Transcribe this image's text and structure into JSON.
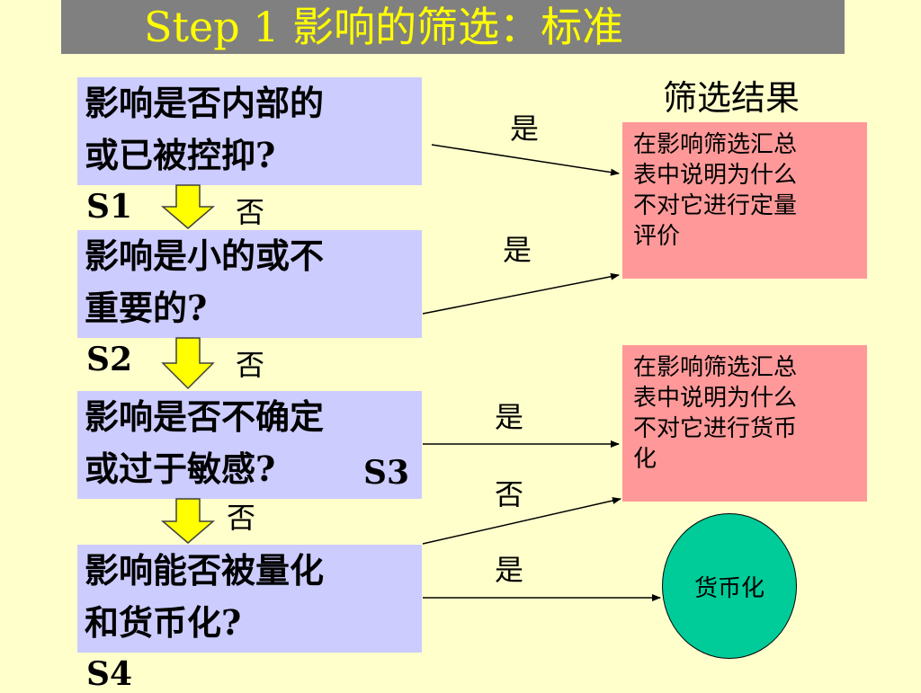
{
  "title": "Step 1  影响的筛选：标准",
  "result_heading": "筛选结果",
  "questions": [
    {
      "lines": [
        "影响是否内部的",
        "或已被控抑?"
      ],
      "step": "S1"
    },
    {
      "lines": [
        "影响是小的或不",
        "重要的?"
      ],
      "step": "S2"
    },
    {
      "lines": [
        "影响是否不确定",
        "或过于敏感?"
      ],
      "step": "S3"
    },
    {
      "lines": [
        "影响能否被量化",
        "和货币化?"
      ],
      "step": "S4"
    }
  ],
  "down_labels": [
    "否",
    "否",
    "否"
  ],
  "edge_labels": {
    "s1_yes": "是",
    "s2_yes": "是",
    "s3_yes": "是",
    "s3_no": "否",
    "s4_yes": "是"
  },
  "results": [
    {
      "lines": [
        "在影响筛选汇总",
        "表中说明为什么",
        "不对它进行定量",
        "评价"
      ]
    },
    {
      "lines": [
        "在影响筛选汇总",
        "表中说明为什么",
        "不对它进行货币",
        "化"
      ]
    }
  ],
  "final_result": "货币化",
  "colors": {
    "background": "#ffffcc",
    "title_bar": "#808080",
    "title_text": "#ffff00",
    "question_box": "#ccccff",
    "result_box": "#ff9999",
    "final_ellipse": "#00cc99",
    "down_arrow": "#ffff00"
  }
}
